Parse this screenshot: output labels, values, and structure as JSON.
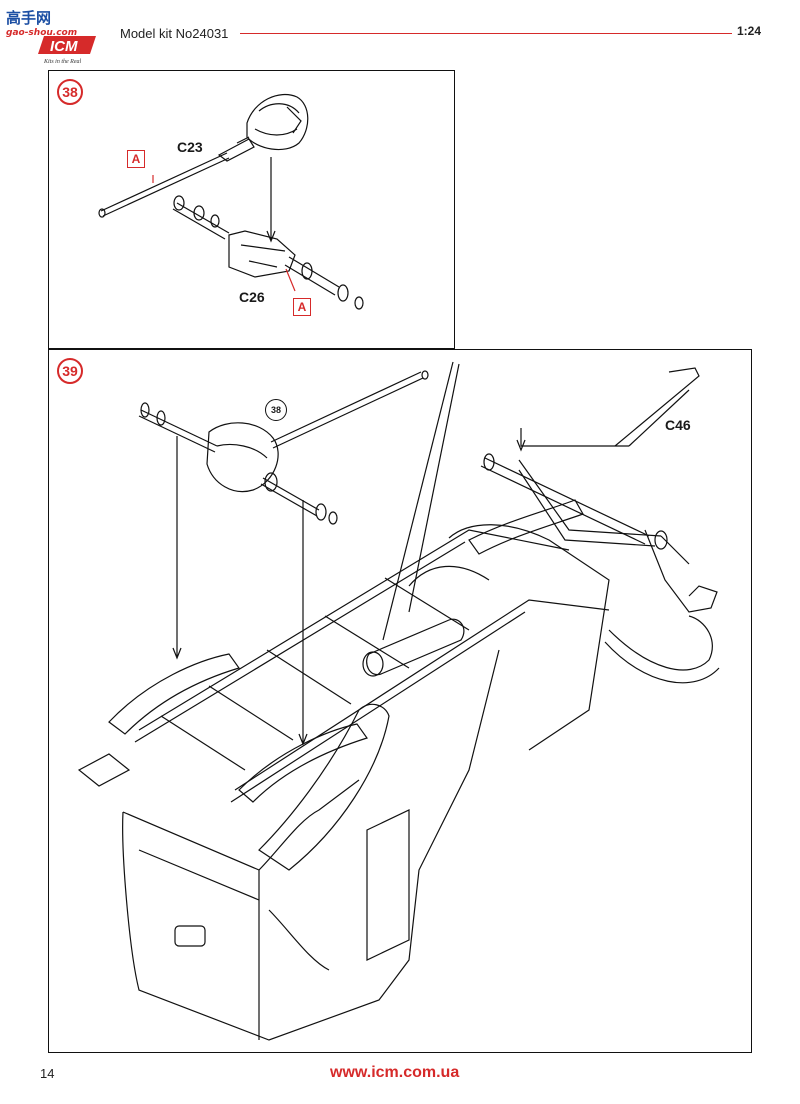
{
  "header": {
    "logo_top_text": "高手网",
    "logo_site": "gao-shou.com",
    "logo_brand": "ICM",
    "logo_tagline": "Kits in the Real",
    "kit_title": "Model kit No24031",
    "scale": "1:24"
  },
  "steps": [
    {
      "number": "38",
      "parts": [
        {
          "label": "C23"
        },
        {
          "label": "C26"
        }
      ],
      "attach_marks": [
        "A",
        "A"
      ]
    },
    {
      "number": "39",
      "parts": [
        {
          "label": "C46"
        }
      ],
      "subassembly_ref": "38"
    }
  ],
  "footer": {
    "page_number": "14",
    "website": "www.icm.com.ua"
  },
  "colors": {
    "accent_red": "#d62a2a",
    "line": "#111111"
  }
}
